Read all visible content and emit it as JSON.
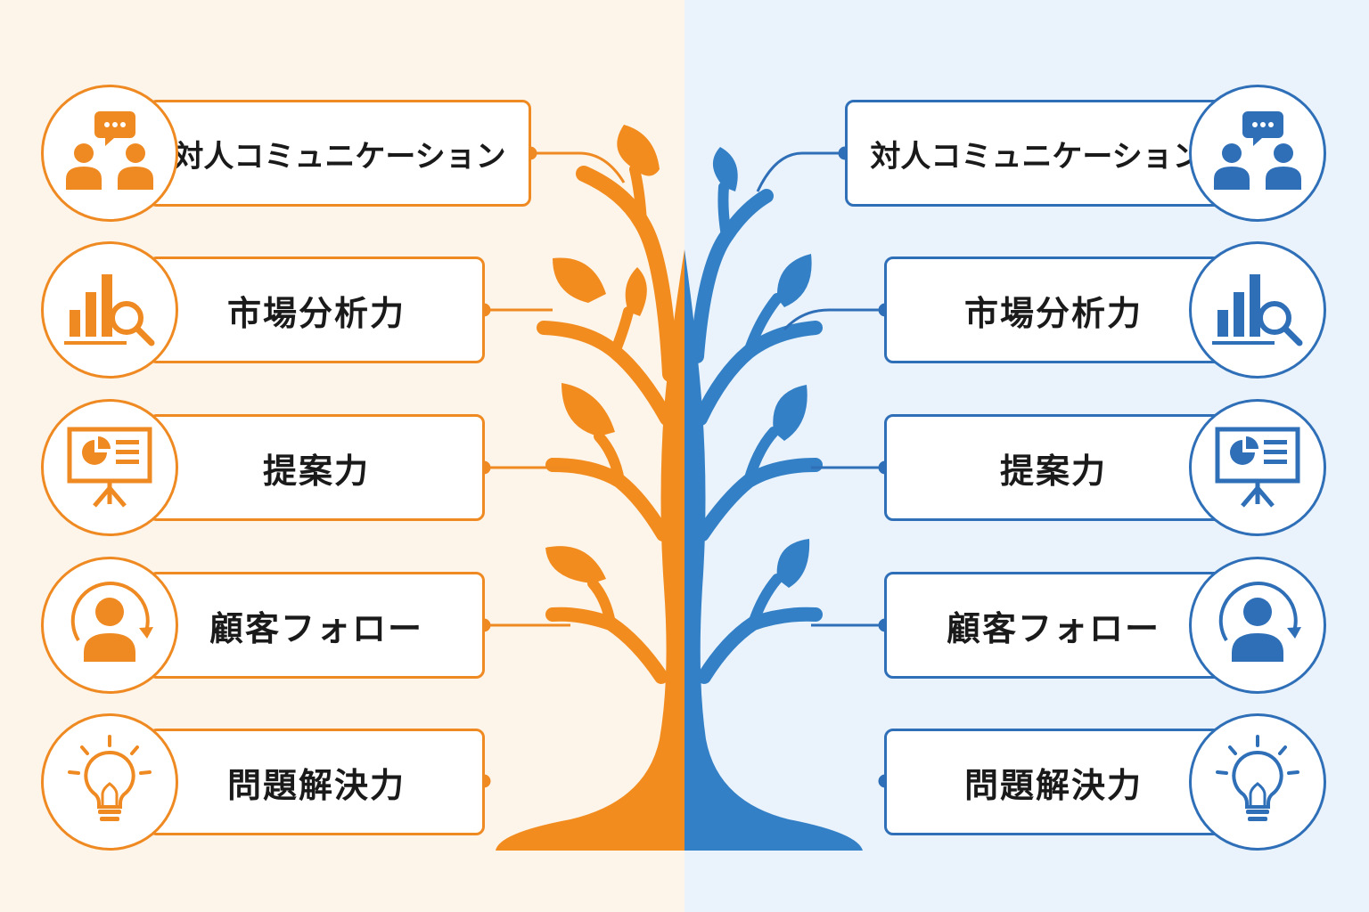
{
  "colors": {
    "left_accent": "#f28c1e",
    "right_accent": "#2f6fb7",
    "left_background": "#fdf4ea",
    "right_background": "#eaf3fc",
    "text": "#1a1a1a"
  },
  "left": {
    "skills": [
      {
        "label": "対人コミュニケーション",
        "icon": "people-chat-icon"
      },
      {
        "label": "市場分析力",
        "icon": "chart-magnifier-icon"
      },
      {
        "label": "提案力",
        "icon": "presentation-board-icon"
      },
      {
        "label": "顧客フォロー",
        "icon": "person-cycle-icon"
      },
      {
        "label": "問題解決力",
        "icon": "lightbulb-icon"
      }
    ]
  },
  "right": {
    "skills": [
      {
        "label": "対人コミュニケーション",
        "icon": "people-chat-icon"
      },
      {
        "label": "市場分析力",
        "icon": "chart-magnifier-icon"
      },
      {
        "label": "提案力",
        "icon": "presentation-board-icon"
      },
      {
        "label": "顧客フォロー",
        "icon": "person-cycle-icon"
      },
      {
        "label": "問題解決力",
        "icon": "lightbulb-icon"
      }
    ]
  }
}
